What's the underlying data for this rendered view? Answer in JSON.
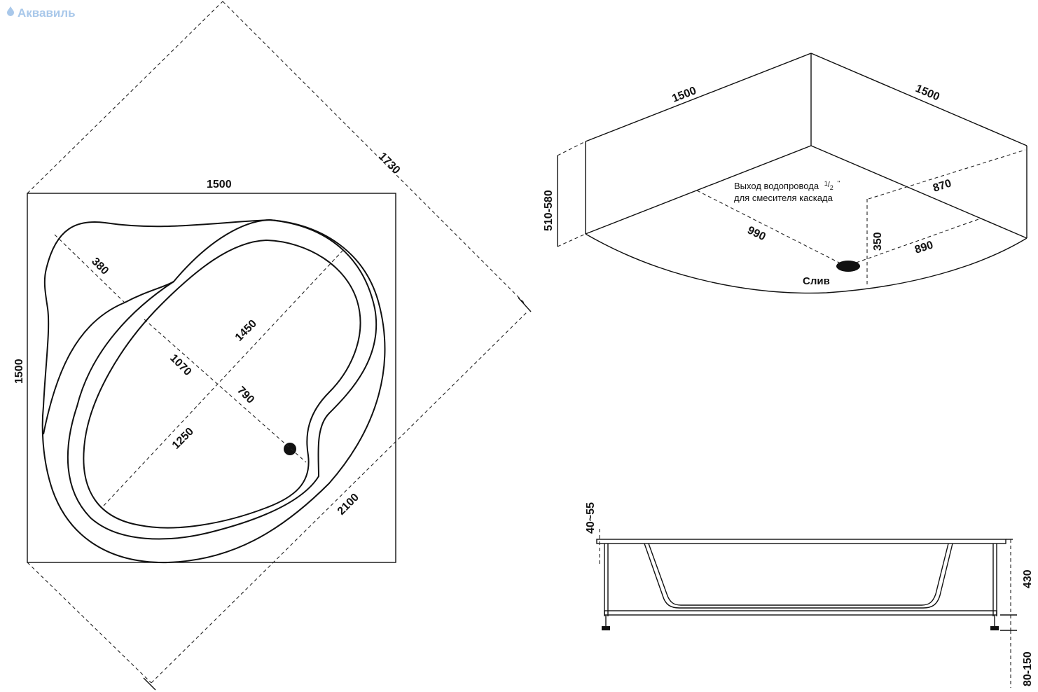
{
  "logo": {
    "text": "Аквавиль",
    "icon": "drop-figure-icon",
    "color": "#a9c8ea"
  },
  "top_view": {
    "width_label": "1500",
    "height_label": "1500",
    "diag_1730": "1730",
    "diag_2100": "2100",
    "dim_380": "380",
    "dim_1450": "1450",
    "dim_1070": "1070",
    "dim_790": "790",
    "dim_1250": "1250"
  },
  "iso_view": {
    "side_left": "1500",
    "side_right": "1500",
    "height": "510-580",
    "dist_870": "870",
    "dist_990": "990",
    "dist_350": "350",
    "dist_890": "890",
    "note_line1": "Выход водопровода",
    "note_fraction_num": "1",
    "note_fraction_den": "2",
    "note_inch": "''",
    "note_line2": "для смесителя каскада",
    "drain_label": "Слив"
  },
  "side_view": {
    "rim": "40~55",
    "depth": "430",
    "legs": "80-150"
  }
}
